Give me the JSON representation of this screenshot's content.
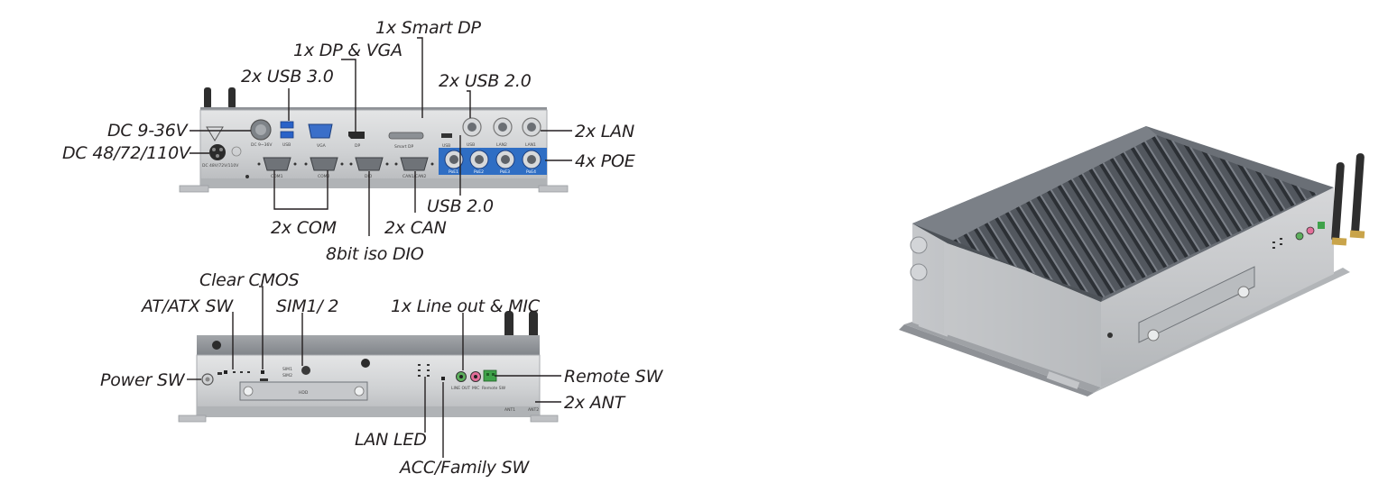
{
  "rear_panel": {
    "labels": {
      "smart_dp": "1x Smart DP",
      "dp_vga": "1x DP & VGA",
      "usb30": "2x USB 3.0",
      "usb20_top": "2x USB 2.0",
      "dc_936": "DC 9-36V",
      "dc_48": "DC 48/72/110V",
      "lan": "2x LAN",
      "poe": "4x POE",
      "usb20_single": "USB 2.0",
      "com": "2x COM",
      "can": "2x CAN",
      "dio": "8bit iso DIO"
    },
    "port_text": {
      "dc_in": "DC 9~36V",
      "usb": "USB",
      "vga": "VGA",
      "dp": "DP",
      "smart_dp": "Smart DP",
      "usb_small": "USB",
      "usb_m12": "USB",
      "lan2": "LAN2",
      "lan1": "LAN1",
      "com1": "COM1",
      "com2": "COM2",
      "dio": "DIO",
      "can": "CAN1/CAN2",
      "dc_hv": "DC 48V/72V/110V",
      "poe1": "PoE1",
      "poe2": "PoE2",
      "poe3": "PoE3",
      "poe4": "PoE4"
    }
  },
  "front_panel": {
    "labels": {
      "clear_cmos": "Clear CMOS",
      "at_atx": "AT/ATX SW",
      "sim": "SIM1/ 2",
      "line_mic": "1x Line out & MIC",
      "power_sw": "Power SW",
      "remote_sw": "Remote SW",
      "ant": "2x ANT",
      "lan_led": "LAN LED",
      "acc_sw": "ACC/Family SW"
    },
    "port_text": {
      "sim1": "SIM1",
      "sim2": "SIM2",
      "hdd": "HDD",
      "line_out": "LINE OUT",
      "mic": "MIC",
      "remote": "Remote SW",
      "ant1": "ANT1",
      "ant2": "ANT2"
    }
  },
  "colors": {
    "panel_light": "#d8d9da",
    "panel_mid": "#bfc1c3",
    "panel_dark": "#8a8d91",
    "poe_blue": "#2f6ec4",
    "vga_blue": "#3b6fc9",
    "usb_blue": "#2a62c8",
    "antenna": "#2e2e2e",
    "antenna_gold": "#c9a44a",
    "label_text": "#231f20"
  }
}
